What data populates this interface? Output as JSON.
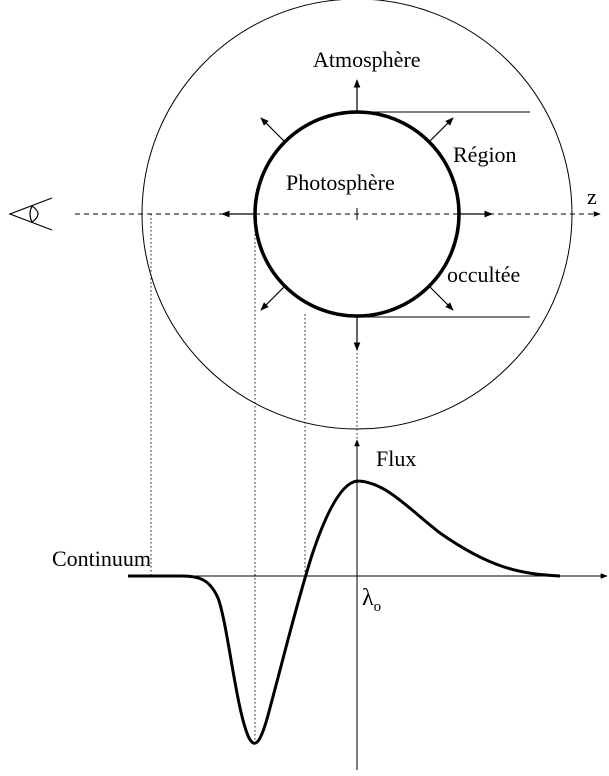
{
  "labels": {
    "atmosphere": "Atmosphère",
    "photosphere": "Photosphère",
    "region": "Région",
    "occultee": "occultée",
    "axis_z": "z",
    "flux": "Flux",
    "continuum": "Continuum",
    "lambda_symbol": "λ",
    "lambda_subscript": "o"
  },
  "icons": {
    "observer": "eye-icon"
  },
  "colors": {
    "stroke": "#000000",
    "background": "#ffffff"
  }
}
